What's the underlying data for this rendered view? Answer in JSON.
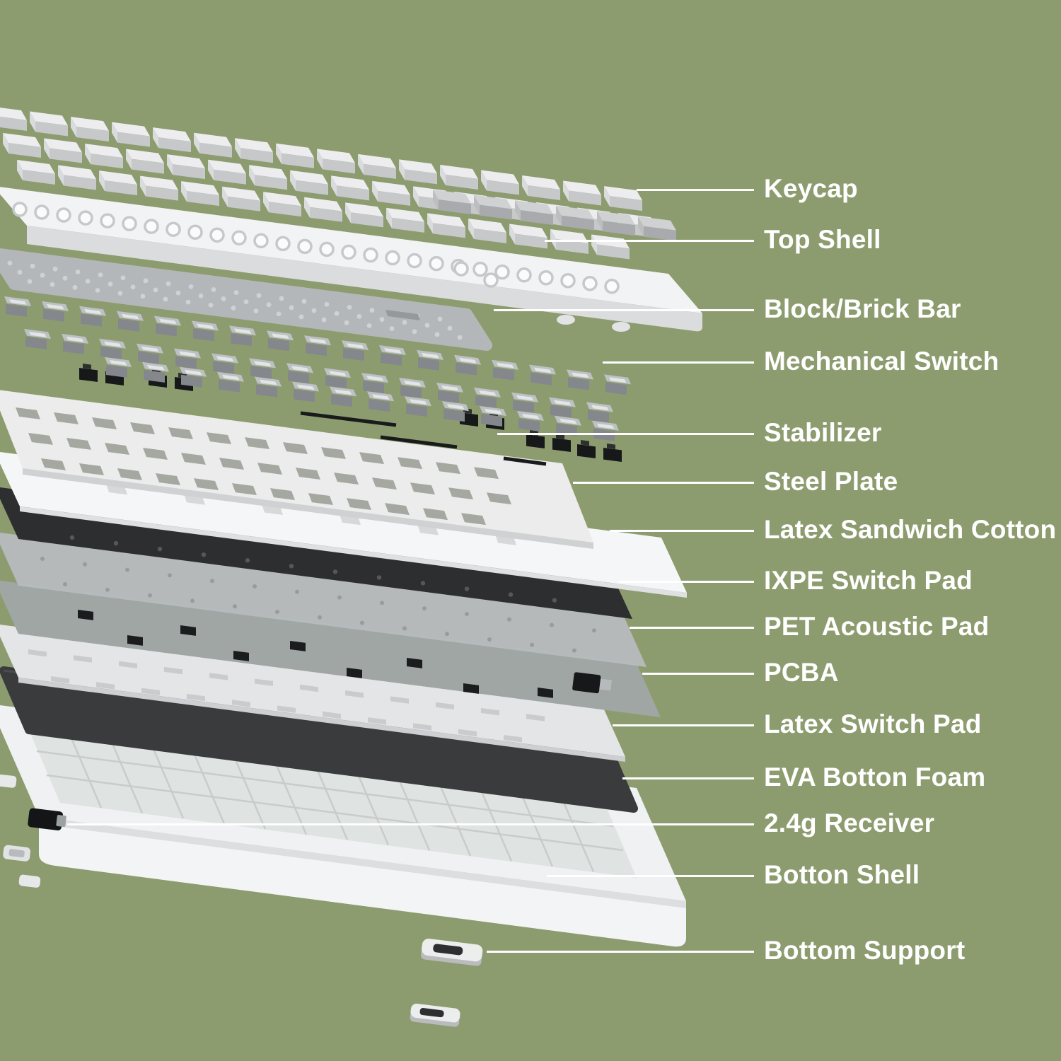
{
  "diagram": {
    "type": "exploded-view",
    "subject": "mechanical keyboard layers",
    "colors": {
      "background": "#8d9c6f",
      "label_text": "#ffffff",
      "leader_line": "#ffffff"
    },
    "parts": [
      {
        "label": "Keycap",
        "color": "#ededef"
      },
      {
        "label": "Top Shell",
        "color": "#f2f3f5"
      },
      {
        "label": "Block/Brick Bar",
        "color": "#b4b7ba"
      },
      {
        "label": "Mechanical Switch",
        "color": "#bdc1c4"
      },
      {
        "label": "Stabilizer",
        "color": "#17181a"
      },
      {
        "label": "Steel Plate",
        "color": "#ebeceb"
      },
      {
        "label": "Latex Sandwich Cotton",
        "color": "#f5f6f7"
      },
      {
        "label": "IXPE Switch Pad",
        "color": "#2d2e30"
      },
      {
        "label": "PET Acoustic Pad",
        "color": "#b6babc"
      },
      {
        "label": "PCBA",
        "color": "#a0a6a4"
      },
      {
        "label": "Latex Switch Pad",
        "color": "#e4e5e7"
      },
      {
        "label": "EVA Botton Foam",
        "color": "#3a3b3d"
      },
      {
        "label": "2.4g Receiver",
        "color": "#141517"
      },
      {
        "label": "Botton Shell",
        "color": "#eff1f2"
      },
      {
        "label": "Bottom Support",
        "color": "#eceded"
      }
    ]
  }
}
